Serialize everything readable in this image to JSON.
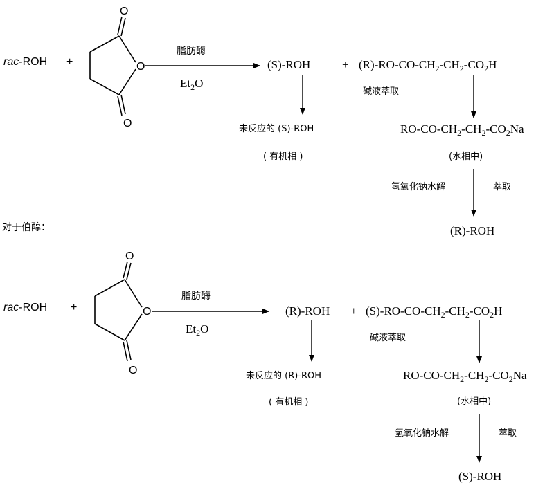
{
  "scheme1": {
    "reactant_alcohol": "rac-ROH",
    "reactant_alcohol_prefix": "rac",
    "reactant_alcohol_suffix": "-ROH",
    "plus": "+",
    "anhydride_atoms": {
      "o_top": "O",
      "o_ring": "O",
      "o_bottom": "O"
    },
    "catalyst": "脂肪酶",
    "solvent_main": "Et",
    "solvent_sub": "2",
    "solvent_tail": "O",
    "product_alcohol": "(S)-ROH",
    "product_plus": "+",
    "ester_parts": [
      "(R)-RO-CO-CH",
      "2",
      "-CH",
      "2",
      "-CO",
      "2",
      "H"
    ],
    "base_extraction": "碱液萃取",
    "unreacted": "未反应的 (S)-ROH",
    "organic_phase": "( 有机相 )",
    "salt_parts": [
      "RO-CO-CH",
      "2",
      "-CH",
      "2",
      "-CO",
      "2",
      "Na"
    ],
    "aqueous_phase": "(水相中)",
    "hydrolysis": "氢氧化钠水解",
    "extraction": "萃取",
    "final_product": "(R)-ROH"
  },
  "section_label": "对于伯醇：",
  "scheme2": {
    "reactant_alcohol_prefix": "rac",
    "reactant_alcohol_suffix": "-ROH",
    "plus": "+",
    "anhydride_atoms": {
      "o_top": "O",
      "o_ring": "O",
      "o_bottom": "O"
    },
    "catalyst": "脂肪酶",
    "solvent_main": "Et",
    "solvent_sub": "2",
    "solvent_tail": "O",
    "product_alcohol": "(R)-ROH",
    "product_plus": "+",
    "ester_parts": [
      "(S)-RO-CO-CH",
      "2",
      "-CH",
      "2",
      "-CO",
      "2",
      "H"
    ],
    "base_extraction": "碱液萃取",
    "unreacted": "未反应的 (R)-ROH",
    "organic_phase": "( 有机相 )",
    "salt_parts": [
      "RO-CO-CH",
      "2",
      "-CH",
      "2",
      "-CO",
      "2",
      "Na"
    ],
    "aqueous_phase": "(水相中)",
    "hydrolysis": "氢氧化钠水解",
    "extraction": "萃取",
    "final_product": "(S)-ROH"
  }
}
